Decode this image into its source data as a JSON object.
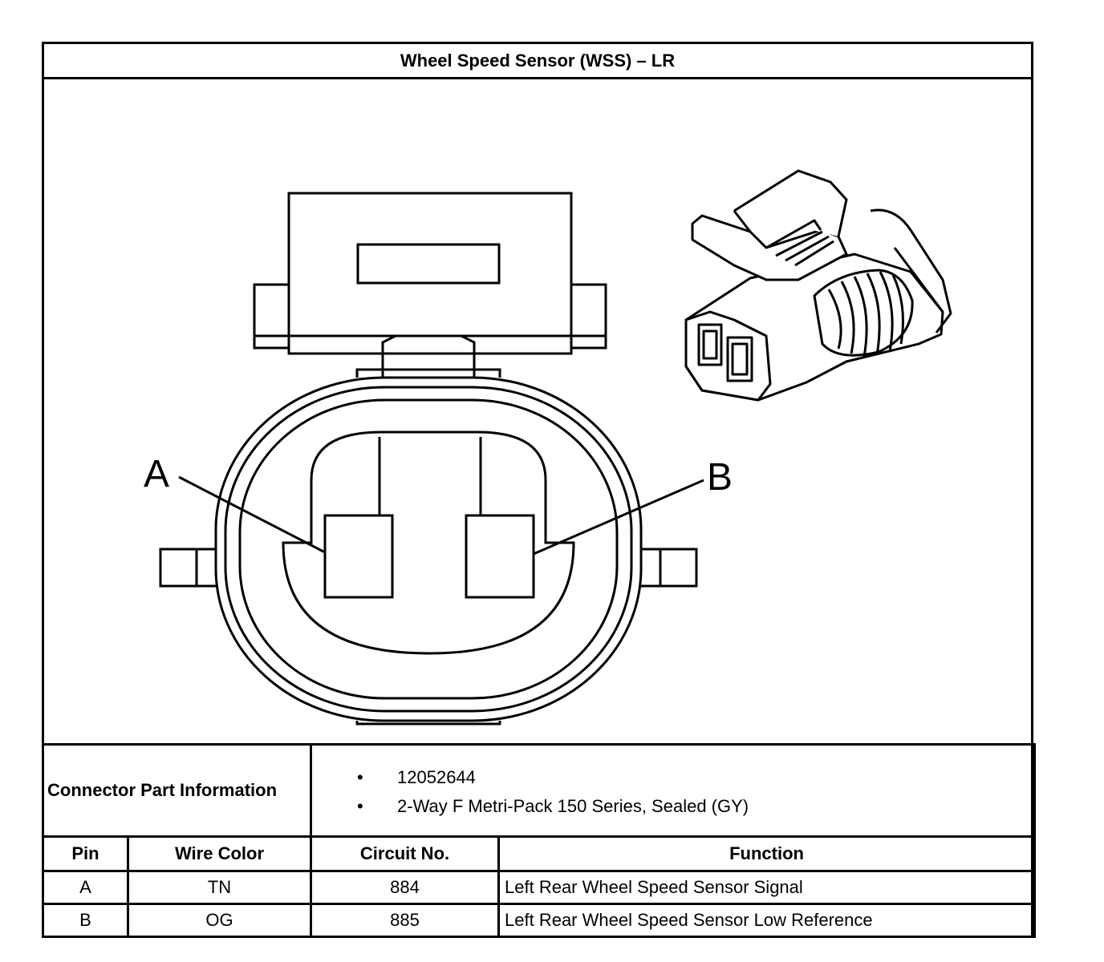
{
  "title": "Wheel Speed Sensor (WSS) – LR",
  "pin_labels": {
    "a": "A",
    "b": "B"
  },
  "connector_info": {
    "label": "Connector Part Information",
    "items": [
      "12052644",
      "2-Way F Metri-Pack 150 Series, Sealed (GY)"
    ]
  },
  "pin_table": {
    "headers": {
      "pin": "Pin",
      "wire_color": "Wire Color",
      "circuit": "Circuit No.",
      "function": "Function"
    },
    "rows": [
      {
        "pin": "A",
        "wire_color": "TN",
        "circuit": "884",
        "function": "Left Rear Wheel Speed Sensor Signal"
      },
      {
        "pin": "B",
        "wire_color": "OG",
        "circuit": "885",
        "function": "Left Rear Wheel Speed Sensor Low Reference"
      }
    ]
  },
  "colors": {
    "line": "#000000",
    "background": "#ffffff"
  }
}
